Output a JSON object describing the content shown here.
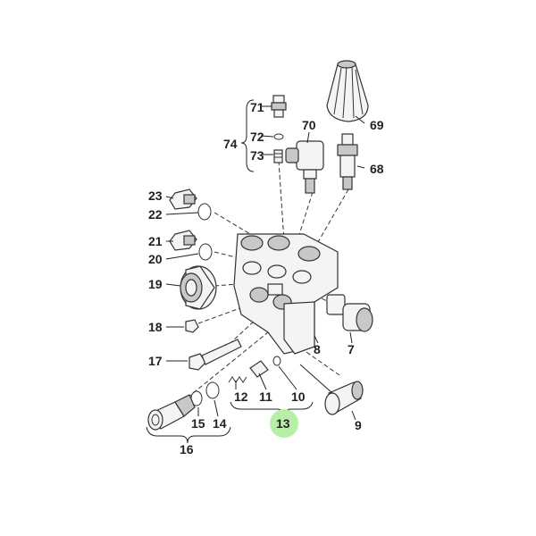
{
  "diagram": {
    "callouts": [
      {
        "id": "c71",
        "text": "71"
      },
      {
        "id": "c72",
        "text": "72"
      },
      {
        "id": "c73",
        "text": "73"
      },
      {
        "id": "c74",
        "text": "74"
      },
      {
        "id": "c70",
        "text": "70"
      },
      {
        "id": "c69",
        "text": "69"
      },
      {
        "id": "c68",
        "text": "68"
      },
      {
        "id": "c23",
        "text": "23"
      },
      {
        "id": "c22",
        "text": "22"
      },
      {
        "id": "c21",
        "text": "21"
      },
      {
        "id": "c20",
        "text": "20"
      },
      {
        "id": "c19",
        "text": "19"
      },
      {
        "id": "c18",
        "text": "18"
      },
      {
        "id": "c17",
        "text": "17"
      },
      {
        "id": "c12",
        "text": "12"
      },
      {
        "id": "c11",
        "text": "11"
      },
      {
        "id": "c10",
        "text": "10"
      },
      {
        "id": "c13",
        "text": "13"
      },
      {
        "id": "c15",
        "text": "15"
      },
      {
        "id": "c14",
        "text": "14"
      },
      {
        "id": "c16",
        "text": "16"
      },
      {
        "id": "c8",
        "text": "8"
      },
      {
        "id": "c7",
        "text": "7"
      },
      {
        "id": "c9",
        "text": "9"
      }
    ],
    "highlight_color": "#b6f0a6",
    "highlighted_callout": "13"
  }
}
